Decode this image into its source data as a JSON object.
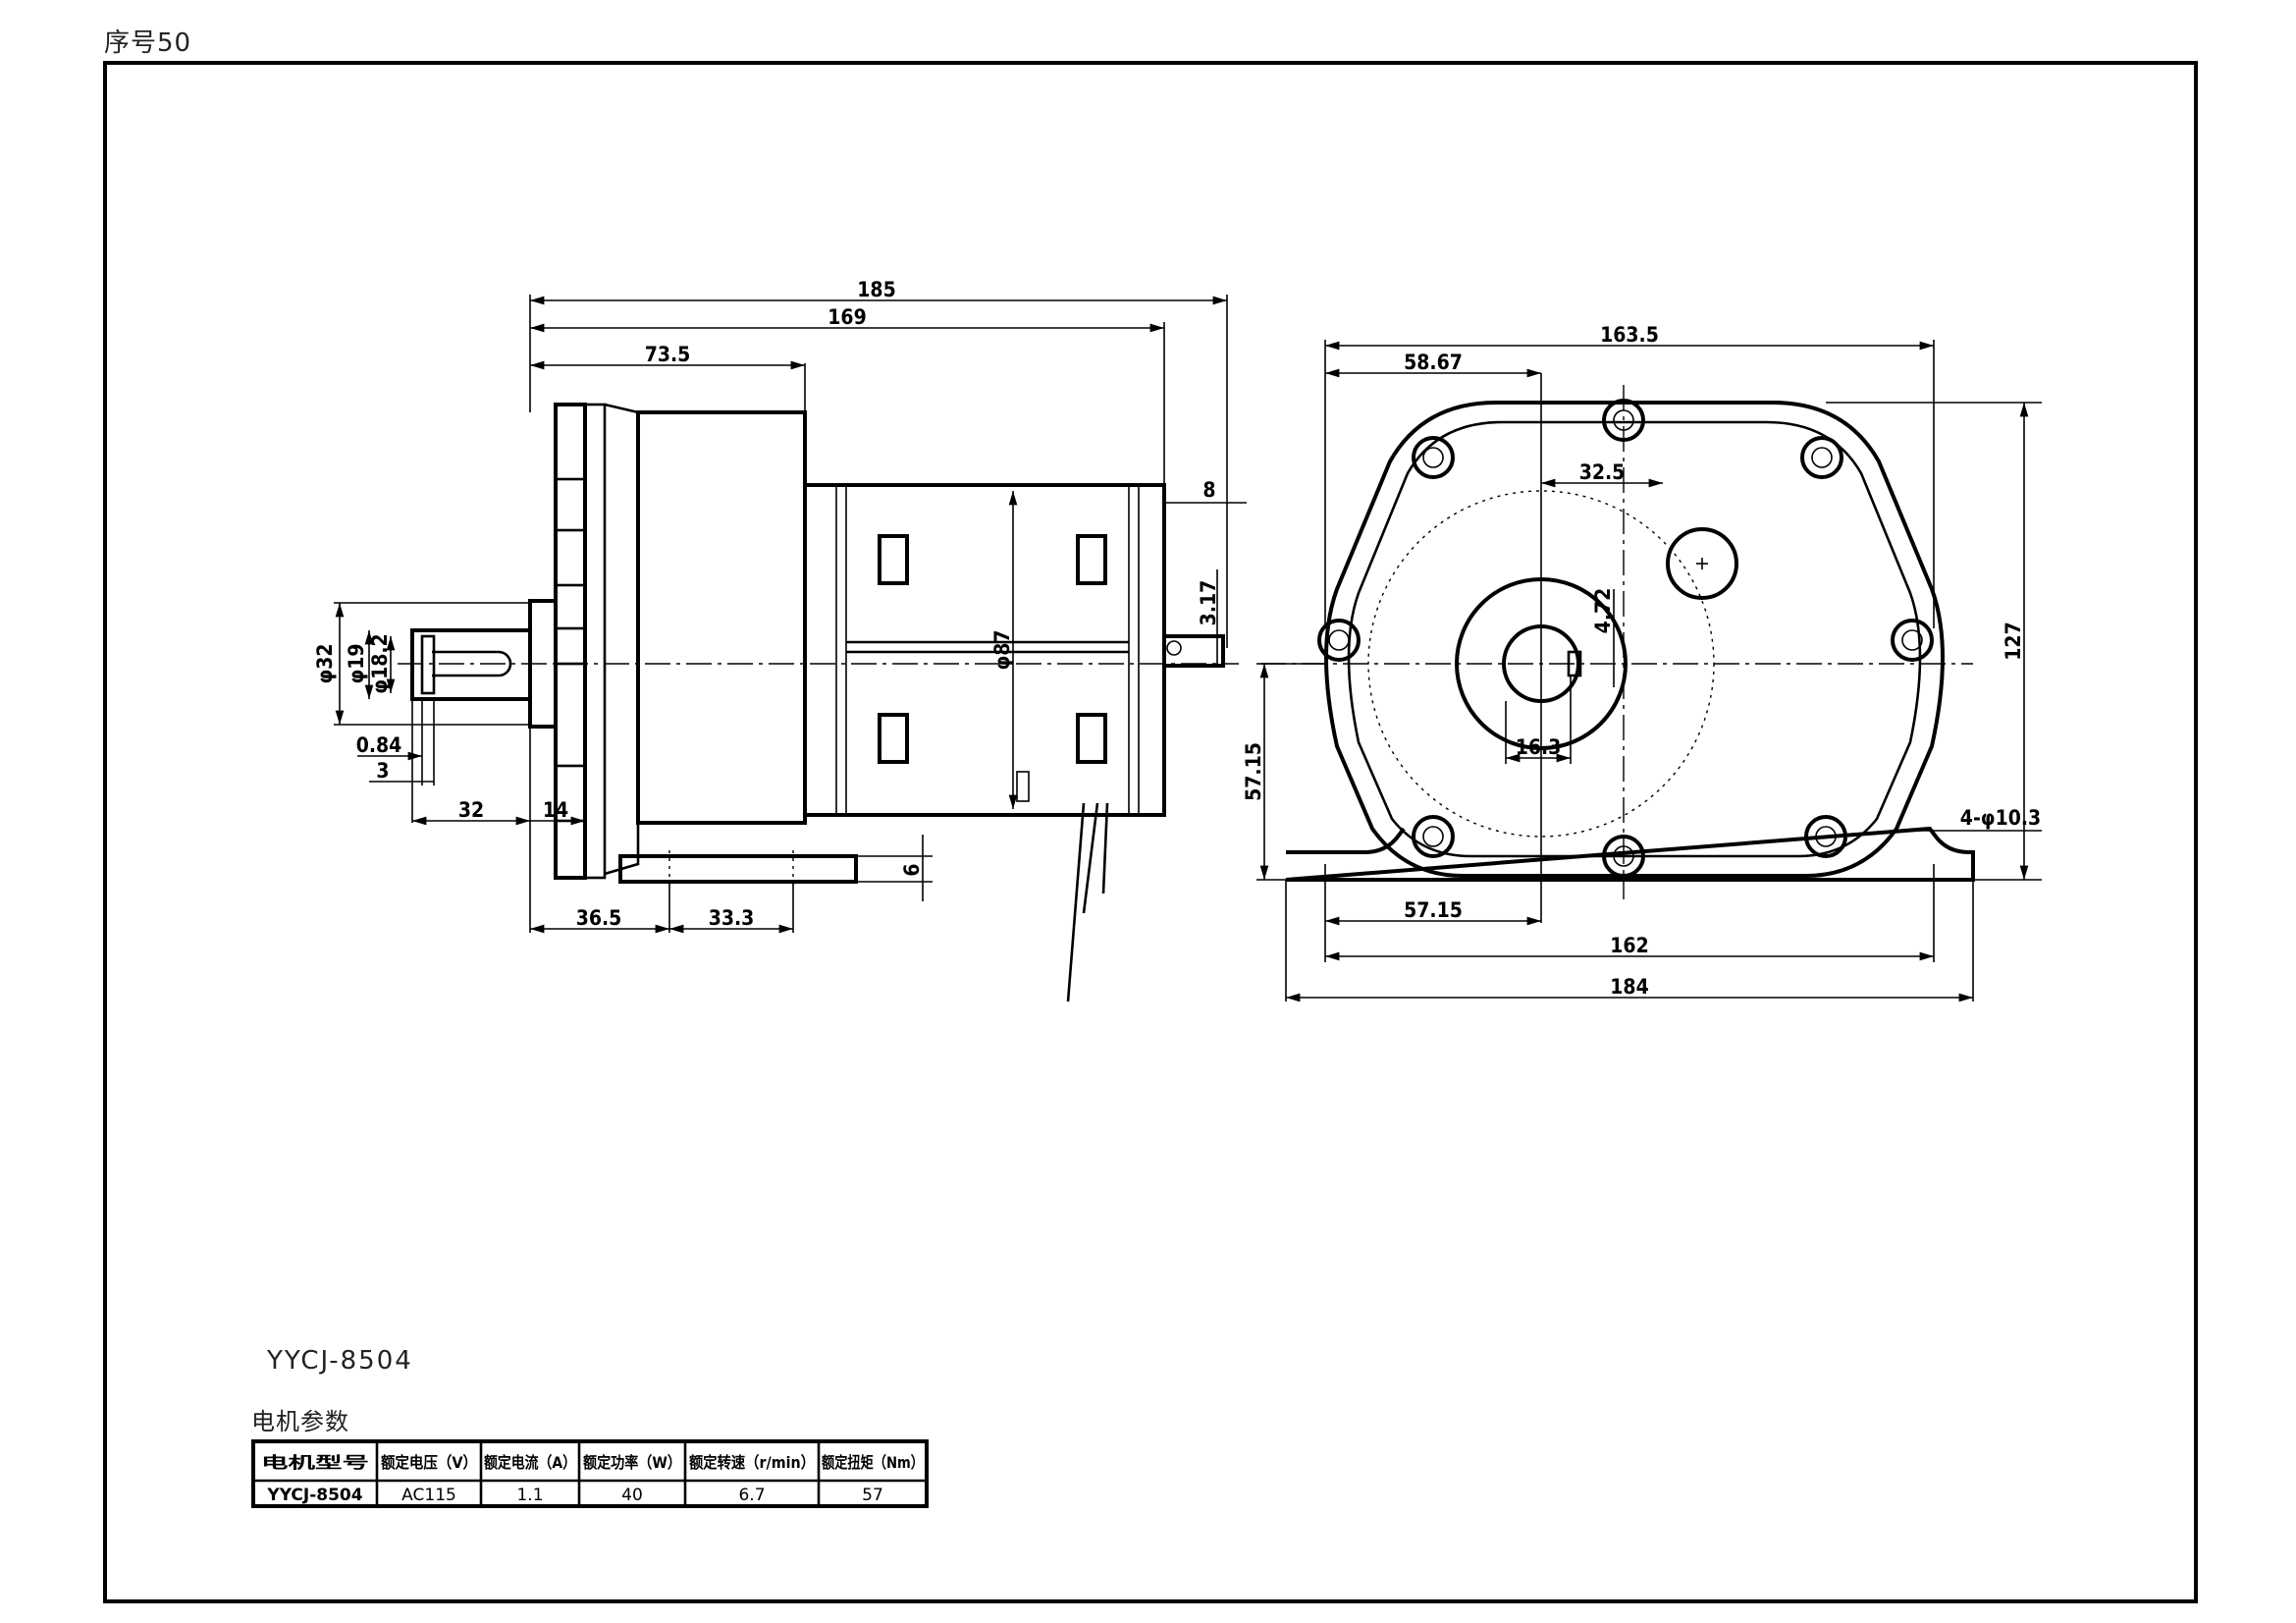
{
  "sheet": {
    "serial_label": "序号50",
    "model_label": "YYCJ-8504",
    "table_caption": "电机参数"
  },
  "side_view_dims": {
    "d185": "185",
    "d169": "169",
    "d73_5": "73.5",
    "d8": "8",
    "d3_17": "3.17",
    "d87": "φ87",
    "d32": "φ32",
    "d19": "φ19",
    "d18_2": "φ18.2",
    "d0_84": "0.84",
    "d3": "3",
    "d32b": "32",
    "d14": "14",
    "d6": "6",
    "d36_5": "36.5",
    "d33_3": "33.3"
  },
  "front_view_dims": {
    "d163_5": "163.5",
    "d58_67": "58.67",
    "d32_5": "32.5",
    "d4_72": "4.72",
    "d16_3": "16.3",
    "d127": "127",
    "d57_15v": "57.15",
    "d57_15h": "57.15",
    "d162": "162",
    "d184": "184",
    "holes": "4-φ10.3"
  },
  "params_table": {
    "headers": [
      "电机型号",
      "额定电压（V）",
      "额定电流（A）",
      "额定功率（W）",
      "额定转速（r/min）",
      "额定扭矩（Nm）"
    ],
    "row": [
      "YYCJ-8504",
      "AC115",
      "1.1",
      "40",
      "6.7",
      "57"
    ]
  }
}
